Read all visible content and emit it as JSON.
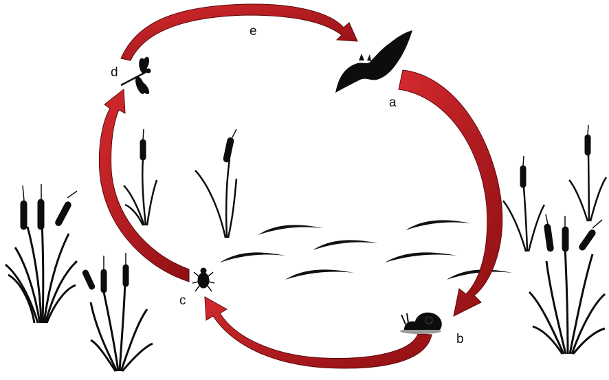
{
  "colors": {
    "arrow_fill": "#b3161b",
    "arrow_edge": "#5a0a0c",
    "silhouette": "#0d0d0d",
    "water": "#111111",
    "snail_shadow": "#9a9a9a"
  },
  "icons": [
    "bat-icon",
    "snail-icon",
    "water-bug-icon",
    "dragonfly-icon",
    "cattail-reed-icon",
    "water-wave-icon"
  ],
  "nodes": {
    "a": {
      "label": "a",
      "icon": "bat-icon"
    },
    "b": {
      "label": "b",
      "icon": "snail-icon"
    },
    "c": {
      "label": "c",
      "icon": "water-bug-icon"
    },
    "d": {
      "label": "d",
      "icon": "dragonfly-icon"
    }
  },
  "arrows": [
    {
      "from": "a",
      "to": "b",
      "label": ""
    },
    {
      "from": "b",
      "to": "c",
      "label": ""
    },
    {
      "from": "c",
      "to": "d",
      "label": ""
    },
    {
      "from": "d",
      "to": "a",
      "label": "e"
    }
  ]
}
